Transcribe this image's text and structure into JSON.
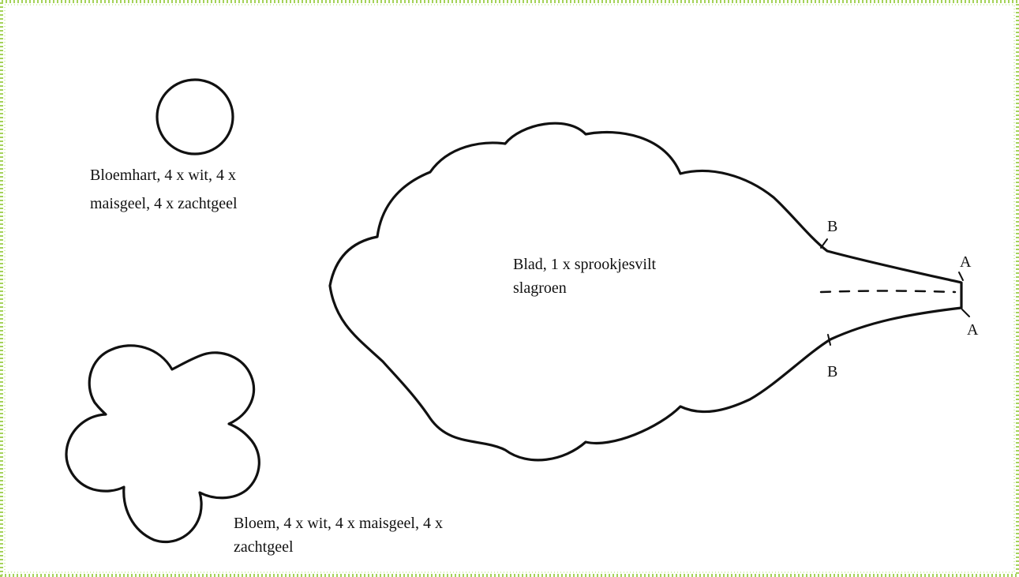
{
  "pattern": {
    "frame_color": "#a5d35a",
    "line_color": "#111111",
    "pieces": [
      {
        "id": "bloemhart",
        "shape": "circle",
        "label_lines": [
          "Bloemhart, 4 x wit, 4 x",
          "maisgeel, 4 x zachtgeel"
        ]
      },
      {
        "id": "bloem",
        "shape": "flower",
        "label_lines": [
          "Bloem, 4 x wit, 4 x maisgeel, 4 x",
          "zachtgeel"
        ]
      },
      {
        "id": "blad",
        "shape": "leaf",
        "label_lines": [
          "Blad, 1 x sprookjesvilt",
          "slagroen"
        ]
      }
    ],
    "markers": {
      "top_b": "B",
      "bottom_b": "B",
      "top_a": "A",
      "bottom_a": "A"
    }
  }
}
